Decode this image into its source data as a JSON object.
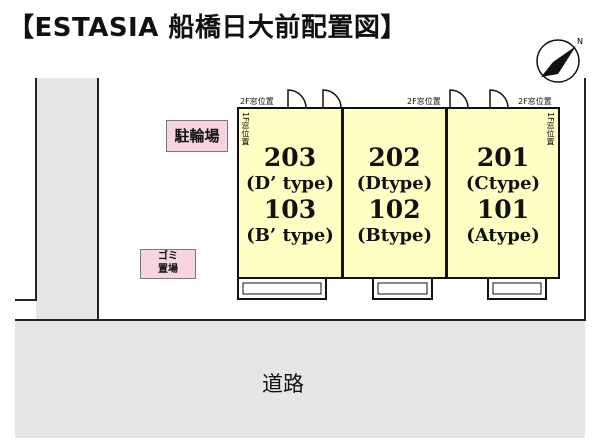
{
  "title": "【ESTASIA 船橋日大前配置図】",
  "compass": {
    "label": "N",
    "icon": "north-arrow-icon"
  },
  "bicycle_parking": "駐輪場",
  "garbage": {
    "line1": "ゴミ",
    "line2": "置場"
  },
  "road": "道路",
  "window_labels": {
    "second_floor": [
      "2F窓位置",
      "2F窓位置",
      "2F窓位置"
    ],
    "first_floor": [
      "1F窓位置",
      "1F窓位置"
    ]
  },
  "units": [
    {
      "upper_room": "203",
      "upper_type": "(D’ type)",
      "lower_room": "103",
      "lower_type": "(B’ type)"
    },
    {
      "upper_room": "202",
      "upper_type": "(Dtype)",
      "lower_room": "102",
      "lower_type": "(Btype)"
    },
    {
      "upper_room": "201",
      "upper_type": "(Ctype)",
      "lower_room": "101",
      "lower_type": "(Atype)"
    }
  ],
  "colors": {
    "building_fill": "#ffffc4",
    "label_fill": "#f6d4e0",
    "road_fill": "#e6e6e6"
  }
}
